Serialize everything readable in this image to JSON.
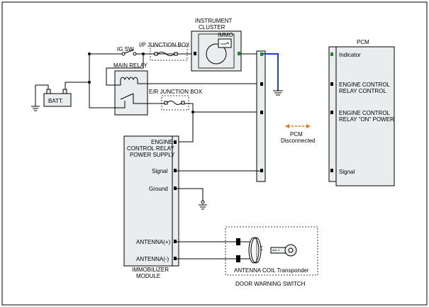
{
  "battery": {
    "label": "BATT."
  },
  "ig_switch": {
    "label": "IG SW"
  },
  "ip_junction_box": {
    "label": "I/P JUNCTION BOX"
  },
  "main_relay": {
    "label": "MAIN RELAY"
  },
  "er_junction_box": {
    "label": "E/R JUNCTION BOX"
  },
  "instrument_cluster": {
    "label_line1": "INSTRUMENT",
    "label_line2": "CLUSTER",
    "immo_label": "IMMO"
  },
  "pcm": {
    "title": "PCM",
    "pins": {
      "indicator": "Indicator",
      "ecrc_line1": "ENGINE CONTROL",
      "ecrc_line2": "RELAY CONTROL",
      "ecron_line1": "ENGINE CONTROL",
      "ecron_line2": "RELAY \"ON\" POWER",
      "signal": "Signal"
    },
    "disconnected_line1": "PCM",
    "disconnected_line2": "Disconnected",
    "indicator_color": "#1a8a1a",
    "arrow_color": "#e87722"
  },
  "immobilizer": {
    "name_line1": "IMMOBILIZER",
    "name_line2": "MODULE",
    "pins": {
      "ecrps_line1": "ENGINE",
      "ecrps_line2": "CONTROL RELAY",
      "ecrps_line3": "POWER SUPPLY",
      "signal": "Signal",
      "ground": "Ground",
      "antenna_pos": "ANTENNA(+)",
      "antenna_neg": "ANTENNA(-)"
    }
  },
  "door_switch": {
    "antenna_label": "ANTENNA COIL Transponder",
    "name": "DOOR WARNING SWITCH"
  },
  "colors": {
    "ground_wire": "#1f3fd1"
  }
}
